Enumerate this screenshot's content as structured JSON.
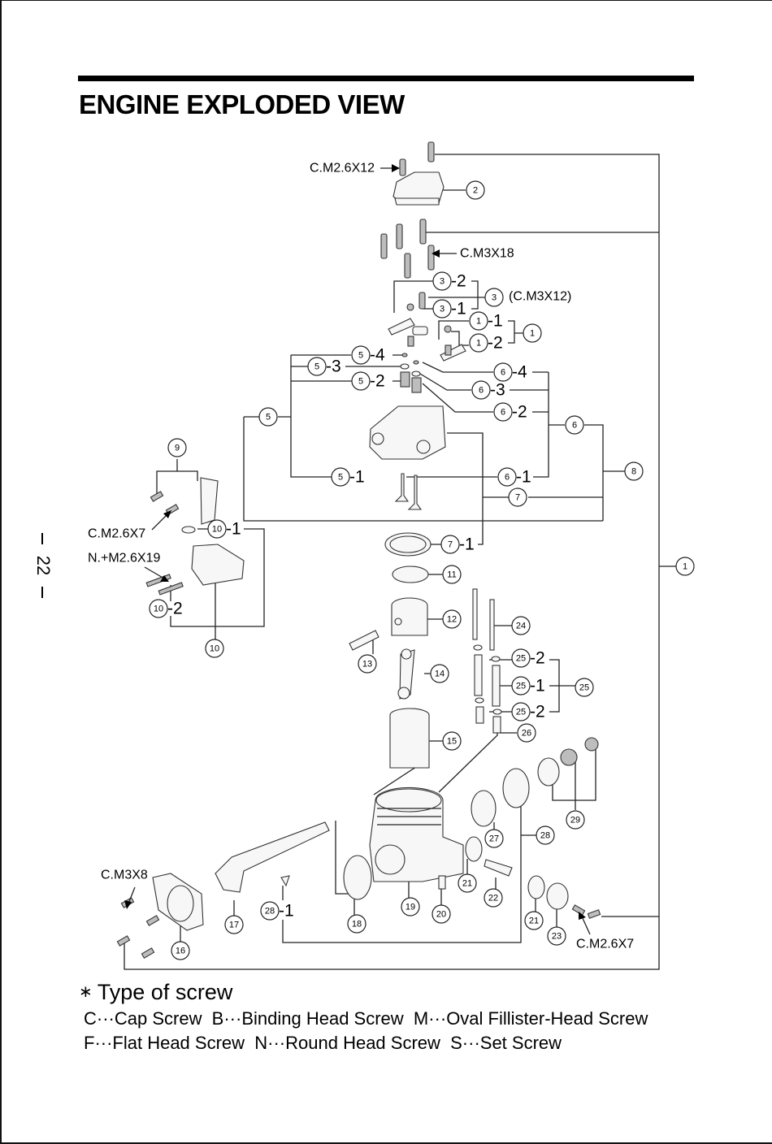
{
  "page": {
    "title": "ENGINE EXPLODED VIEW",
    "page_number": "22"
  },
  "callouts": [
    {
      "id": "c-2",
      "num": "2",
      "suffix": ""
    },
    {
      "id": "c-3-2",
      "num": "3",
      "suffix": "-2"
    },
    {
      "id": "c-3",
      "num": "3",
      "suffix": ""
    },
    {
      "id": "c-3-1",
      "num": "3",
      "suffix": "-1"
    },
    {
      "id": "c-1-1",
      "num": "1",
      "suffix": "-1"
    },
    {
      "id": "c-1-2",
      "num": "1",
      "suffix": "-2"
    },
    {
      "id": "c-1a",
      "num": "1",
      "suffix": ""
    },
    {
      "id": "c-5-4",
      "num": "5",
      "suffix": "-4"
    },
    {
      "id": "c-5-3",
      "num": "5",
      "suffix": "-3"
    },
    {
      "id": "c-5-2",
      "num": "5",
      "suffix": "-2"
    },
    {
      "id": "c-6-4",
      "num": "6",
      "suffix": "-4"
    },
    {
      "id": "c-6-3",
      "num": "6",
      "suffix": "-3"
    },
    {
      "id": "c-6-2",
      "num": "6",
      "suffix": "-2"
    },
    {
      "id": "c-5",
      "num": "5",
      "suffix": ""
    },
    {
      "id": "c-6",
      "num": "6",
      "suffix": ""
    },
    {
      "id": "c-8",
      "num": "8",
      "suffix": ""
    },
    {
      "id": "c-5-1",
      "num": "5",
      "suffix": "-1"
    },
    {
      "id": "c-6-1",
      "num": "6",
      "suffix": "-1"
    },
    {
      "id": "c-7",
      "num": "7",
      "suffix": ""
    },
    {
      "id": "c-9",
      "num": "9",
      "suffix": ""
    },
    {
      "id": "c-10-1",
      "num": "10",
      "suffix": "-1"
    },
    {
      "id": "c-7-1",
      "num": "7",
      "suffix": "-1"
    },
    {
      "id": "c-1b",
      "num": "1",
      "suffix": ""
    },
    {
      "id": "c-11",
      "num": "11",
      "suffix": ""
    },
    {
      "id": "c-10-2",
      "num": "10",
      "suffix": "-2"
    },
    {
      "id": "c-12",
      "num": "12",
      "suffix": ""
    },
    {
      "id": "c-24",
      "num": "24",
      "suffix": ""
    },
    {
      "id": "c-10",
      "num": "10",
      "suffix": ""
    },
    {
      "id": "c-25-2a",
      "num": "25",
      "suffix": "-2"
    },
    {
      "id": "c-13",
      "num": "13",
      "suffix": ""
    },
    {
      "id": "c-14",
      "num": "14",
      "suffix": ""
    },
    {
      "id": "c-25-1",
      "num": "25",
      "suffix": "-1"
    },
    {
      "id": "c-25",
      "num": "25",
      "suffix": ""
    },
    {
      "id": "c-25-2b",
      "num": "25",
      "suffix": "-2"
    },
    {
      "id": "c-26",
      "num": "26",
      "suffix": ""
    },
    {
      "id": "c-15",
      "num": "15",
      "suffix": ""
    },
    {
      "id": "c-29",
      "num": "29",
      "suffix": ""
    },
    {
      "id": "c-27",
      "num": "27",
      "suffix": ""
    },
    {
      "id": "c-28",
      "num": "28",
      "suffix": ""
    },
    {
      "id": "c-21a",
      "num": "21",
      "suffix": ""
    },
    {
      "id": "c-22",
      "num": "22",
      "suffix": ""
    },
    {
      "id": "c-28-1",
      "num": "28",
      "suffix": "-1"
    },
    {
      "id": "c-17",
      "num": "17",
      "suffix": ""
    },
    {
      "id": "c-18",
      "num": "18",
      "suffix": ""
    },
    {
      "id": "c-19",
      "num": "19",
      "suffix": ""
    },
    {
      "id": "c-20",
      "num": "20",
      "suffix": ""
    },
    {
      "id": "c-21b",
      "num": "21",
      "suffix": ""
    },
    {
      "id": "c-23",
      "num": "23",
      "suffix": ""
    },
    {
      "id": "c-16",
      "num": "16",
      "suffix": ""
    }
  ],
  "screw_labels": [
    {
      "id": "s-m26x12",
      "text": "C.M2.6X12"
    },
    {
      "id": "s-m3x18",
      "text": "C.M3X18"
    },
    {
      "id": "s-m3x12",
      "text": "(C.M3X12)"
    },
    {
      "id": "s-m26x7a",
      "text": "C.M2.6X7"
    },
    {
      "id": "s-m26x19",
      "text": "N.+M2.6X19"
    },
    {
      "id": "s-m3x8",
      "text": "C.M3X8"
    },
    {
      "id": "s-m26x7b",
      "text": "C.M2.6X7"
    }
  ],
  "legend": {
    "title": "Type of screw",
    "marker": "∗",
    "line1": "C···Cap Screw  B···Binding Head Screw  M···Oval Fillister-Head Screw",
    "line2": "F···Flat Head Screw  N···Round Head Screw  S···Set Screw"
  }
}
